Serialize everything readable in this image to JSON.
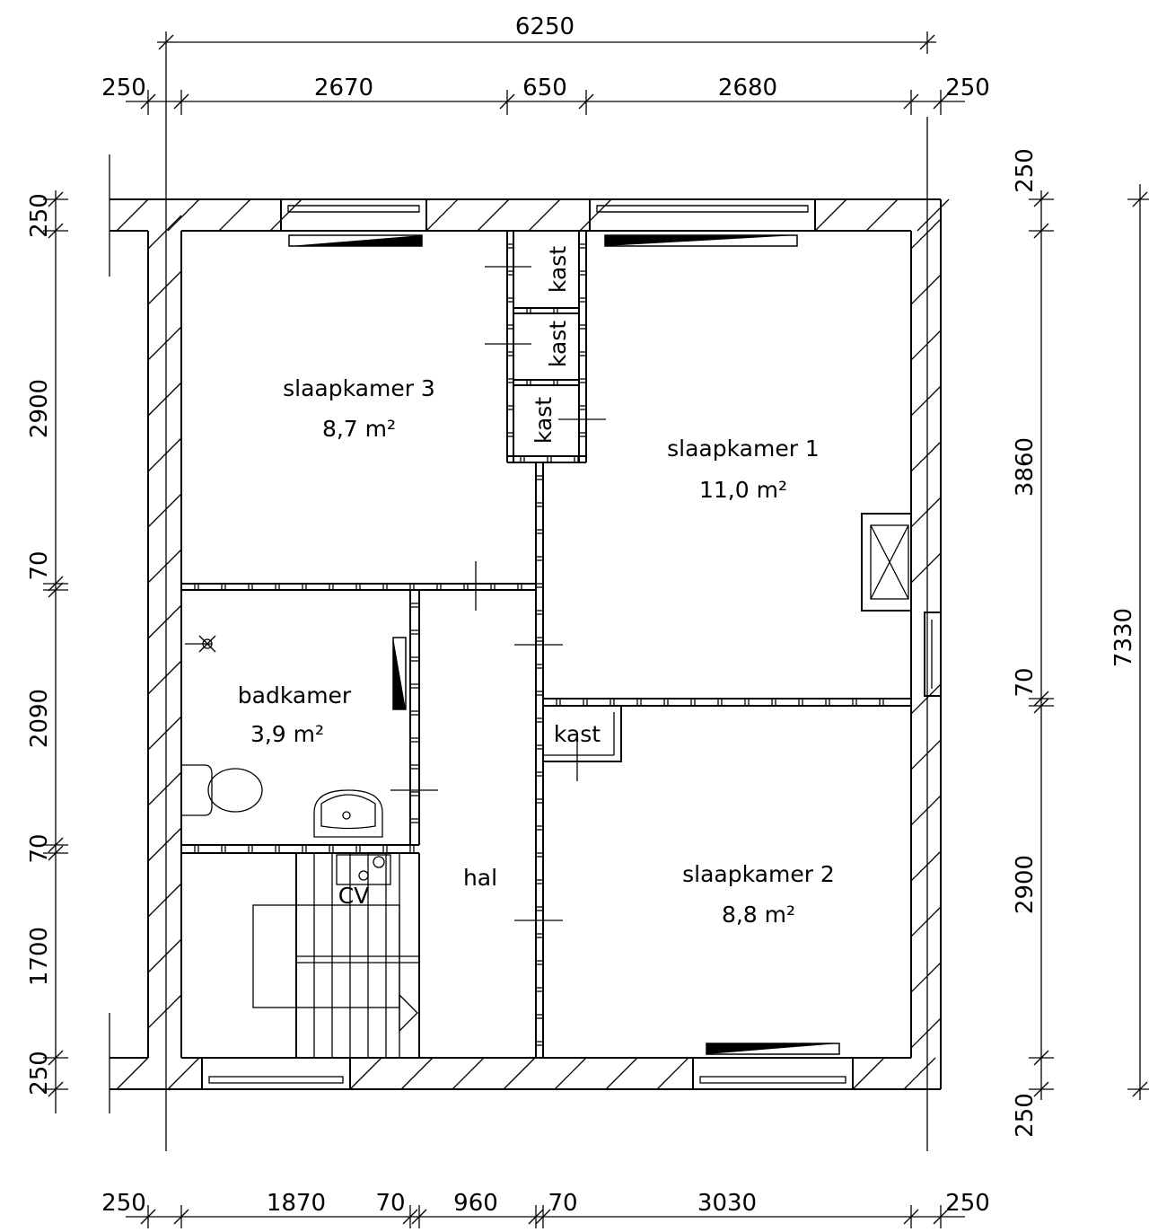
{
  "dimensions": {
    "overall_width": "6250",
    "top": [
      "250",
      "2670",
      "650",
      "2680",
      "250"
    ],
    "bottom": [
      "250",
      "1870",
      "70",
      "960",
      "70",
      "3030",
      "250"
    ],
    "left": [
      "250",
      "2900",
      "70",
      "2090",
      "70",
      "1700",
      "250"
    ],
    "right": [
      "250",
      "3860",
      "70",
      "2900",
      "250"
    ],
    "overall_depth": "7330"
  },
  "rooms": {
    "slaapkamer3": {
      "name": "slaapkamer 3",
      "area": "8,7 m²"
    },
    "slaapkamer1": {
      "name": "slaapkamer 1",
      "area": "11,0 m²"
    },
    "slaapkamer2": {
      "name": "slaapkamer 2",
      "area": "8,8 m²"
    },
    "badkamer": {
      "name": "badkamer",
      "area": "3,9 m²"
    },
    "hal": {
      "name": "hal"
    },
    "kast": "kast",
    "cv": "CV"
  }
}
